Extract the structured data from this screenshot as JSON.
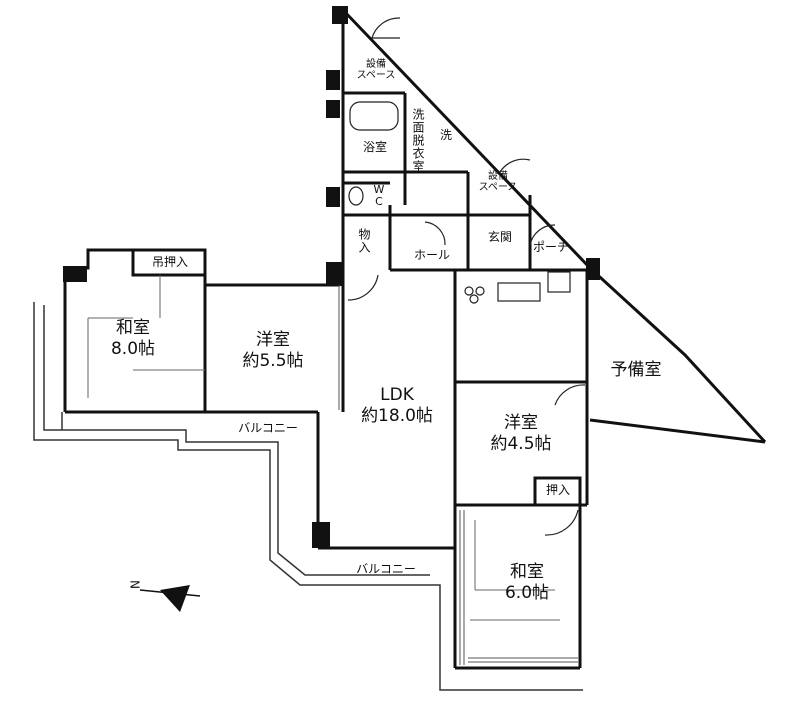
{
  "rooms": {
    "washitsu8": {
      "name": "和室",
      "size": "8.0帖"
    },
    "yoshitsu55": {
      "name": "洋室",
      "size": "約5.5帖"
    },
    "ldk": {
      "name": "LDK",
      "size": "約18.0帖"
    },
    "yoshitsu45": {
      "name": "洋室",
      "size": "約4.5帖"
    },
    "washitsu6": {
      "name": "和室",
      "size": "6.0帖"
    },
    "yobishitsu": {
      "name": "予備室"
    }
  },
  "small": {
    "tenoshi": "吊押入",
    "oshiire": "押入",
    "yokushitsu": "浴室",
    "senmen": "洗面脱衣室",
    "wc": "W C",
    "monoire": "物入",
    "hall": "ホール",
    "genkan": "玄関",
    "porch": "ポーチ",
    "space_top_1": "設備",
    "space_top_2": "スペース",
    "space_mid_1": "設備",
    "space_mid_2": "スペース",
    "wash": "洗"
  },
  "balcony": {
    "left": "バルコニー",
    "bottom": "バルコニー"
  },
  "compass": {
    "label": "N"
  }
}
